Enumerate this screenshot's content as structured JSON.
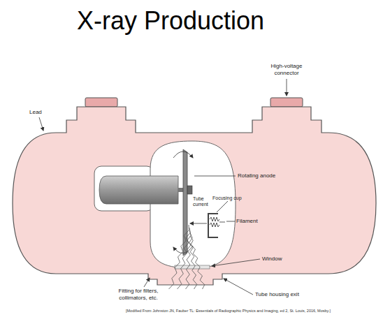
{
  "diagram": {
    "title": "X-ray Production",
    "caption": "[Modified From Johnston JN, Fauber TL: Essentials of Radiographic Physics and Imaging, ed 2, St. Louis, 2016, Mosby.]",
    "labels": [
      "High-voltage connector",
      "Lead",
      "Rotating anode",
      "Tube current",
      "Focusing cup",
      "Filament",
      "Window",
      "Tube housing exit",
      "Fitting for filters, collimators, etc."
    ]
  }
}
